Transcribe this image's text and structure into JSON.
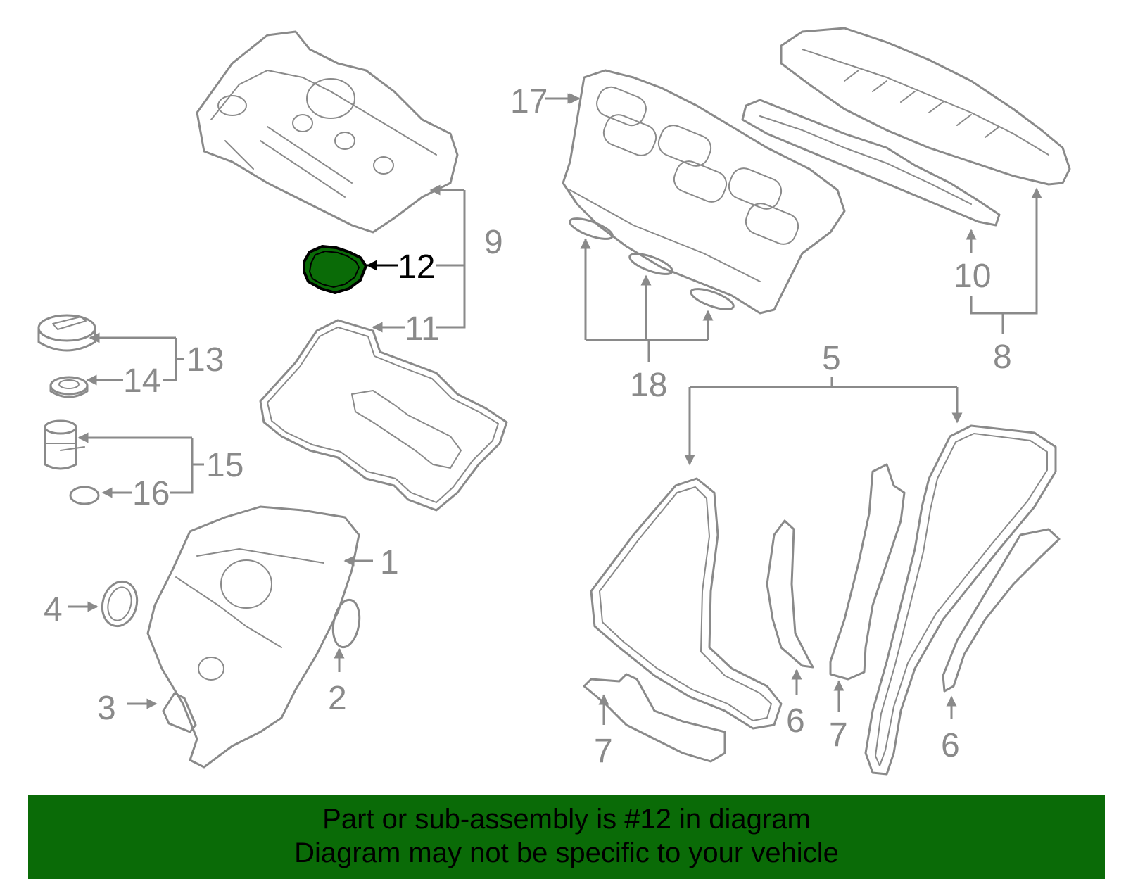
{
  "diagram": {
    "highlight_color": "#0a6b07",
    "line_color": "#8a8a8a",
    "callouts": [
      "1",
      "2",
      "3",
      "4",
      "5",
      "6",
      "6",
      "7",
      "7",
      "7",
      "8",
      "9",
      "10",
      "11",
      "12",
      "13",
      "14",
      "15",
      "16",
      "17",
      "18"
    ],
    "highlighted_part": "12"
  },
  "banner": {
    "line1": "Part or sub-assembly is #12 in diagram",
    "line2": "Diagram may not be specific to your vehicle",
    "background": "#0a6b07"
  }
}
